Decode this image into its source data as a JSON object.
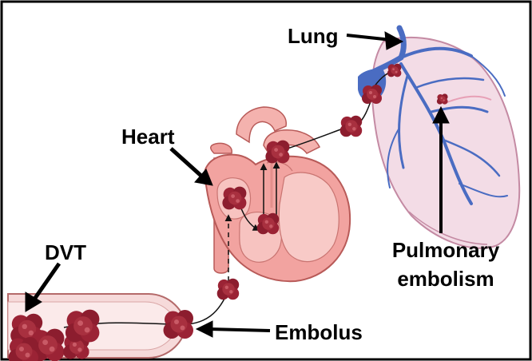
{
  "labels": {
    "lung": "Lung",
    "heart": "Heart",
    "dvt": "DVT",
    "pulmonary_line1": "Pulmonary",
    "pulmonary_line2": "embolism",
    "embolus": "Embolus"
  },
  "colors": {
    "clot": "#9b2335",
    "clot_dark": "#6e1424",
    "heart_fill": "#f2a3a0",
    "heart_stroke": "#b85a58",
    "lung_fill": "#f3dce6",
    "lung_stroke": "#c48aa3",
    "vessel": "#4a6cc2",
    "vein_wall": "#f6dada",
    "border": "#000000"
  },
  "icons": [
    "clot-icon",
    "arrow-icon"
  ]
}
